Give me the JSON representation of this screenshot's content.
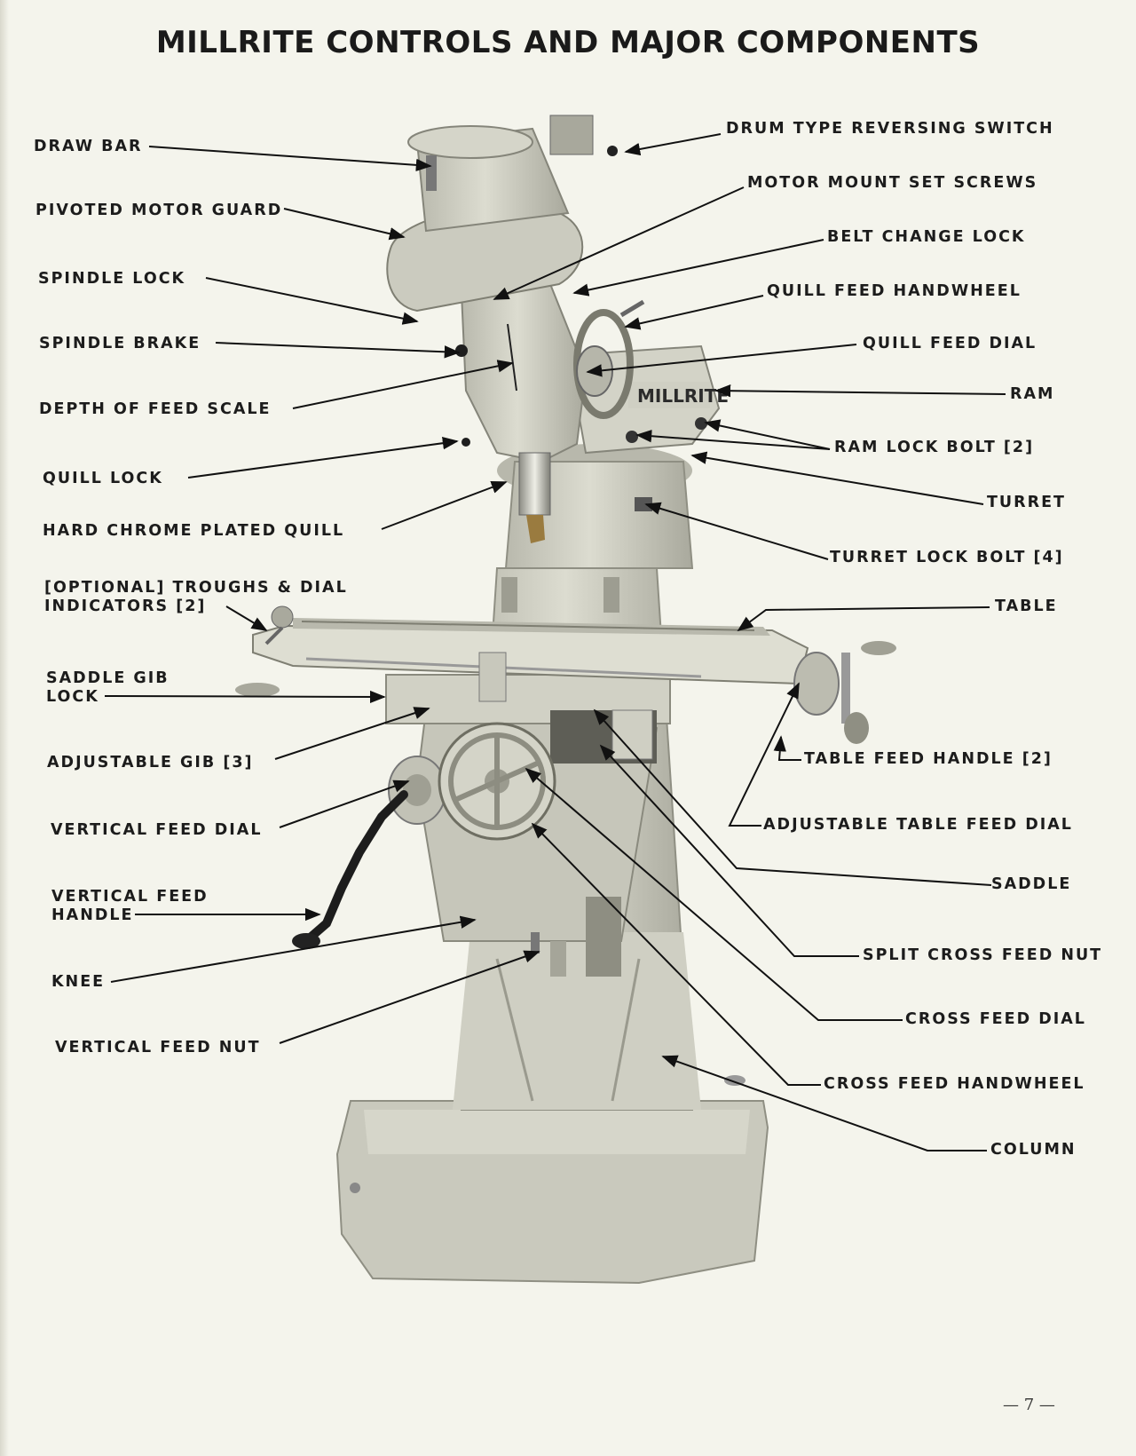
{
  "title": "MILLRITE CONTROLS AND MAJOR COMPONENTS",
  "machine_nameplate": "MILLRITE",
  "labels": {
    "draw_bar": "DRAW BAR",
    "pivoted_motor_guard": "PIVOTED MOTOR GUARD",
    "spindle_lock": "SPINDLE LOCK",
    "spindle_brake": "SPINDLE BRAKE",
    "depth_of_feed_scale": "DEPTH OF FEED SCALE",
    "quill_lock": "QUILL LOCK",
    "hard_chrome_plated_quill": "HARD CHROME PLATED QUILL",
    "optional_troughs_line1": "[OPTIONAL] TROUGHS & DIAL",
    "optional_troughs_line2": "INDICATORS [2]",
    "saddle_gib_lock_line1": "SADDLE GIB",
    "saddle_gib_lock_line2": "LOCK",
    "adjustable_gib": "ADJUSTABLE GIB [3]",
    "vertical_feed_dial": "VERTICAL FEED DIAL",
    "vertical_feed_handle_line1": "VERTICAL FEED",
    "vertical_feed_handle_line2": "HANDLE",
    "knee": "KNEE",
    "vertical_feed_nut": "VERTICAL FEED NUT",
    "drum_type_reversing_switch": "DRUM TYPE REVERSING SWITCH",
    "motor_mount_set_screws": "MOTOR MOUNT SET SCREWS",
    "belt_change_lock": "BELT CHANGE LOCK",
    "quill_feed_handwheel": "QUILL FEED HANDWHEEL",
    "quill_feed_dial": "QUILL FEED DIAL",
    "ram": "RAM",
    "ram_lock_bolt": "RAM LOCK BOLT [2]",
    "turret": "TURRET",
    "turret_lock_bolt": "TURRET LOCK BOLT [4]",
    "table": "TABLE",
    "table_feed_handle": "TABLE FEED HANDLE [2]",
    "adjustable_table_feed_dial": "ADJUSTABLE TABLE FEED DIAL",
    "saddle": "SADDLE",
    "split_cross_feed_nut": "SPLIT CROSS FEED NUT",
    "cross_feed_dial": "CROSS FEED DIAL",
    "cross_feed_handwheel": "CROSS FEED HANDWHEEL",
    "column": "COLUMN"
  },
  "page_number": "— 7 —"
}
